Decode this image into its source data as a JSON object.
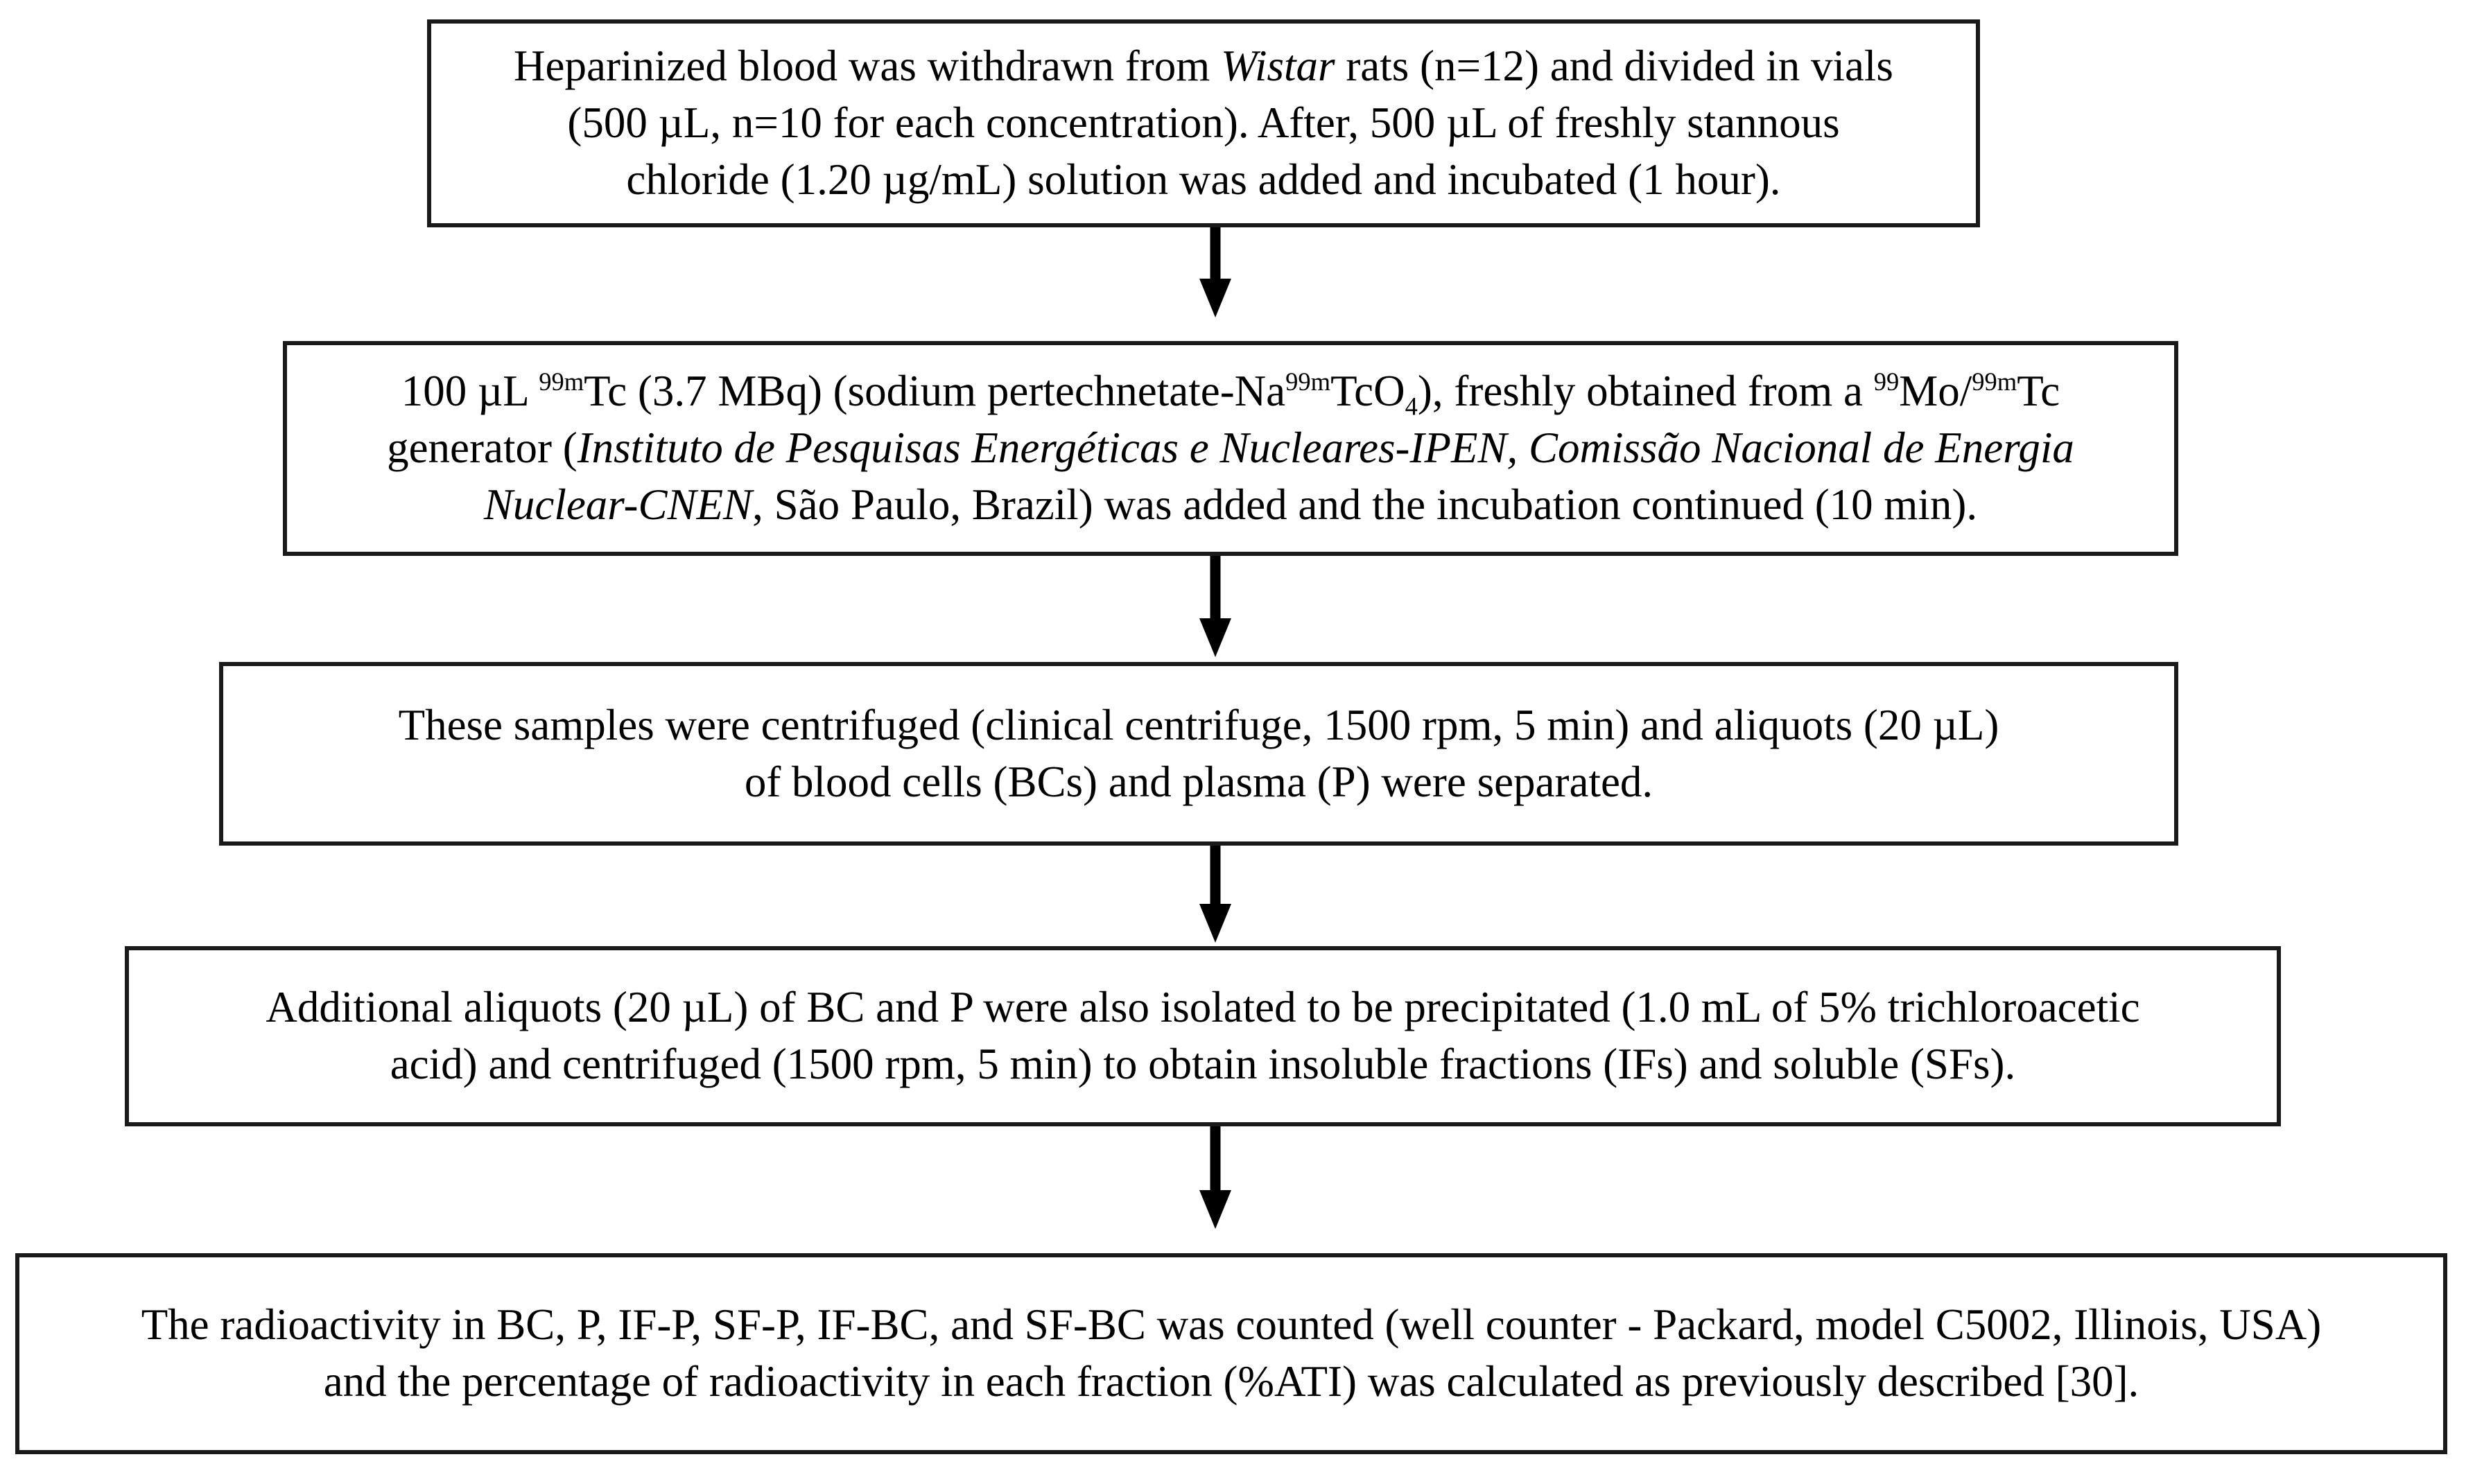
{
  "figure": {
    "type": "flowchart",
    "orientation": "vertical",
    "background_color": "#ffffff",
    "border_color": "#1a1a1a",
    "text_color": "#000000",
    "node_count": 5,
    "arrow_count": 4
  },
  "nodes": [
    {
      "id": "step-1",
      "name": "blood-withdrawal-step",
      "lines": [
        "Heparinized blood was withdrawn from Wistar rats (n=12) and divided in vials",
        "(500 µL, n=10 for each concentration). After, 500 µL of freshly stannous",
        "chloride (1.20 µg/mL) solution was added and incubated (1 hour)."
      ],
      "segments_line1": {
        "pre": "Heparinized blood was withdrawn from ",
        "italic": "Wistar",
        "post": " rats (n=12) and divided in vials"
      },
      "line2": "(500 µL, n=10 for each concentration). After, 500 µL of freshly stannous",
      "line3": "chloride (1.20 µg/mL) solution was added and incubated (1 hour)."
    },
    {
      "id": "step-2",
      "name": "technetium-labeling-step",
      "line1_a": "100 µL ",
      "line1_sup1": "99m",
      "line1_b": "Tc (3.7 MBq) (sodium pertechnetate-Na",
      "line1_sup2": "99m",
      "line1_c": "TcO",
      "line1_sub": "4",
      "line1_d": "), freshly obtained from a ",
      "line1_sup3": "99",
      "line1_e": "Mo/",
      "line1_sup4": "99m",
      "line1_f": "Tc",
      "line2_a": "generator (",
      "line2_italic": "Instituto de Pesquisas Energéticas e Nucleares-IPEN, Comissão Nacional de Energia",
      "line3_italic": "Nuclear-CNEN",
      "line3_rest": ", São Paulo, Brazil) was added and the incubation continued (10 min)."
    },
    {
      "id": "step-3",
      "name": "centrifugation-separation-step",
      "line1": "These samples were centrifuged (clinical centrifuge, 1500 rpm, 5 min) and aliquots (20 µL)",
      "line2": "of blood cells (BCs) and plasma (P) were separated."
    },
    {
      "id": "step-4",
      "name": "precipitation-fractions-step",
      "line1": "Additional aliquots (20 µL) of BC and P were also isolated to be precipitated (1.0 mL of 5% trichloroacetic",
      "line2": "acid) and centrifuged (1500 rpm, 5 min) to obtain insoluble fractions (IFs) and soluble (SFs)."
    },
    {
      "id": "step-5",
      "name": "radioactivity-counting-step",
      "line1": "The radioactivity in BC, P, IF-P, SF-P, IF-BC, and SF-BC was counted (well counter - Packard, model C5002, Illinois, USA)",
      "line2": "and the percentage of radioactivity in each fraction (%ATI) was calculated as previously described [30]."
    }
  ],
  "arrows": [
    {
      "id": "arrow-1-2",
      "name": "arrow-step1-to-step2",
      "from": "step-1",
      "to": "step-2"
    },
    {
      "id": "arrow-2-3",
      "name": "arrow-step2-to-step3",
      "from": "step-2",
      "to": "step-3"
    },
    {
      "id": "arrow-3-4",
      "name": "arrow-step3-to-step4",
      "from": "step-3",
      "to": "step-4"
    },
    {
      "id": "arrow-4-5",
      "name": "arrow-step4-to-step5",
      "from": "step-4",
      "to": "step-5"
    }
  ]
}
